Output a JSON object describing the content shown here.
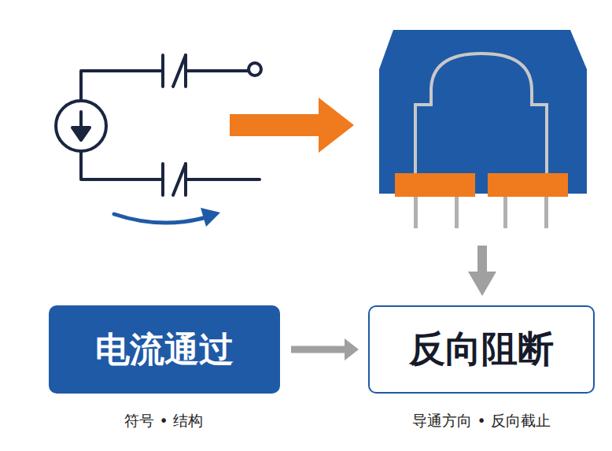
{
  "diagram": {
    "nodes": [
      {
        "text": [
          "电流通过"
        ]
      },
      {
        "text": [
          "反向阻断"
        ]
      }
    ],
    "edges": [
      {
        "from": 0,
        "to": 1,
        "arrow": "to"
      }
    ],
    "labels": [
      "符号 • 结构",
      "导通方向 • 反向截止"
    ]
  }
}
